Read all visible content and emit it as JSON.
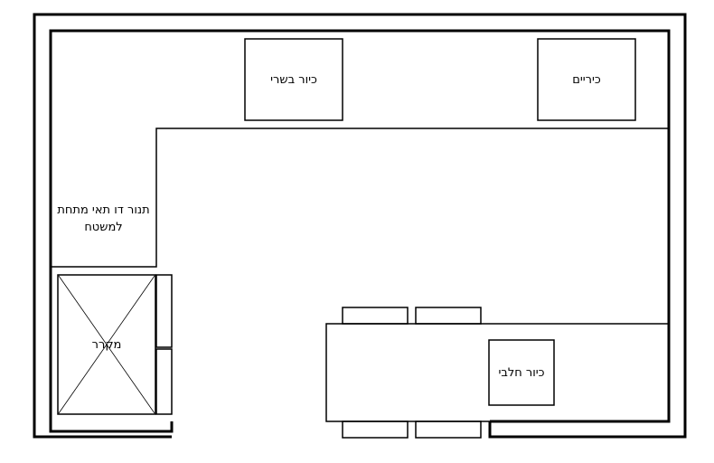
{
  "diagram": {
    "type": "kitchen-floor-plan",
    "colors": {
      "line": "#000000",
      "background": "#ffffff"
    },
    "labels": {
      "meat_sink": "כיור בשרי",
      "walls": "כיריים",
      "oven_cabinet": "תנור דו תאי מתחת למשטח",
      "fridge": "מקרר",
      "dairy_sink": "כיור חלבי"
    },
    "elements": [
      {
        "id": "meat_sink",
        "label": "כיור בשרי",
        "kind": "sink"
      },
      {
        "id": "stove",
        "label": "כיריים",
        "kind": "cooktop"
      },
      {
        "id": "oven_cabinet",
        "label": "תנור דו תאי מתחת למשטח",
        "kind": "counter"
      },
      {
        "id": "fridge",
        "label": "מקרר",
        "kind": "refrigerator"
      },
      {
        "id": "dairy_sink",
        "label": "כיור חלבי",
        "kind": "sink"
      },
      {
        "id": "island",
        "label": "",
        "kind": "island-counter"
      },
      {
        "id": "chairs",
        "count": 4,
        "kind": "stools"
      }
    ]
  }
}
